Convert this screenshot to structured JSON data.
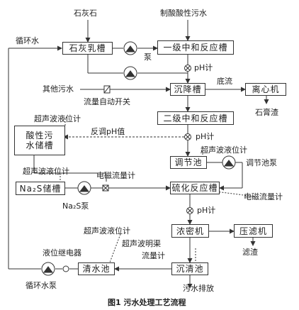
{
  "boxes": {
    "lime_slurry_tank": "石灰乳槽",
    "primary_reactor": "一级中和反应槽",
    "settling_tank": "沉降槽",
    "centrifuge": "离心机",
    "secondary_reactor": "二级中和反应槽",
    "acid_storage": "酸性污水储槽",
    "regulating_pond": "调节池",
    "na2s_tank": "Na₂S储槽",
    "sulfide_reactor": "硫化反应槽",
    "thickener": "浓密机",
    "filter_press": "压滤机",
    "clear_water_pond": "清水池",
    "clarifier": "沉清池"
  },
  "labels": {
    "limestone": "石灰石",
    "acid_wastewater": "制酸酸性污水",
    "recycled_water": "循环水",
    "pump": "泵",
    "ph_meter_1": "pH计",
    "underflow": "底流",
    "other_wastewater": "其他污水",
    "auto_flow_switch": "流量自动开关",
    "gypsum_residue": "石膏渣",
    "ultrasonic_level_1": "超声波液位计",
    "ph_feedback": "反调pH值",
    "ph_meter_2": "pH计",
    "ultrasonic_level_2": "超声波液位计",
    "regulating_pump": "调节池泵",
    "ultrasonic_level_3": "超声波液位计",
    "em_flowmeter_1": "电磁流量计",
    "em_flowmeter_2": "电磁流量计",
    "na2s_pump": "Na₂S泵",
    "ph_meter_3": "pH计",
    "ultrasonic_level_4": "超声波液位计",
    "filter_residue": "滤渣",
    "ultrasonic_open_channel": "超声波明渠",
    "flowmeter": "流量计",
    "level_relay": "液位继电器",
    "recycle_pump": "循环水泵",
    "sewage_discharge": "污水排放"
  },
  "caption": "图1  污水处理工艺流程"
}
